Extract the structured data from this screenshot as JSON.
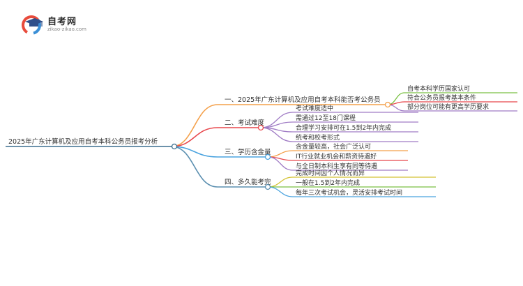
{
  "logo": {
    "title": "自考网",
    "url": "zikao-zikao.com",
    "icon": "graduation-cap-icon"
  },
  "root": {
    "label": "2025年广东计算机及应用自考本科公务员报考分析"
  },
  "branches": [
    {
      "label": "一、2025年广东计算机及应用自考本科能否考公务员",
      "color": "#f4a04a",
      "children": [
        {
          "label": "自考本科学历国家认可",
          "color": "#7ac143"
        },
        {
          "label": "符合公务员报考基本条件",
          "color": "#e8474c"
        },
        {
          "label": "部分岗位可能有更高学历要求",
          "color": "#a07cc5"
        }
      ]
    },
    {
      "label": "二、考试难度",
      "color": "#e8474c",
      "children": [
        {
          "label": "考试难度适中",
          "color": "#a07cc5"
        },
        {
          "label": "需通过12至18门课程",
          "color": "#a07cc5"
        },
        {
          "label": "合理学习安排可在1.5到2年内完成",
          "color": "#a07cc5"
        },
        {
          "label": "统考和校考形式",
          "color": "#a07cc5"
        }
      ]
    },
    {
      "label": "三、学历含金量",
      "color": "#4aa3df",
      "children": [
        {
          "label": "含金量较高，社会广泛认可",
          "color": "#f4a04a"
        },
        {
          "label": "IT行业就业机会和薪资待遇好",
          "color": "#e8474c"
        },
        {
          "label": "与全日制本科生享有同等待遇",
          "color": "#a07cc5"
        }
      ]
    },
    {
      "label": "四、多久能考完",
      "color": "#5b8fb0",
      "children": [
        {
          "label": "完成时间因个人情况而异",
          "color": "#d4c234"
        },
        {
          "label": "一般在1.5到2年内完成",
          "color": "#7ac143"
        },
        {
          "label": "每年三次考试机会，灵活安排考试时间",
          "color": "#4aa3df"
        }
      ]
    }
  ]
}
